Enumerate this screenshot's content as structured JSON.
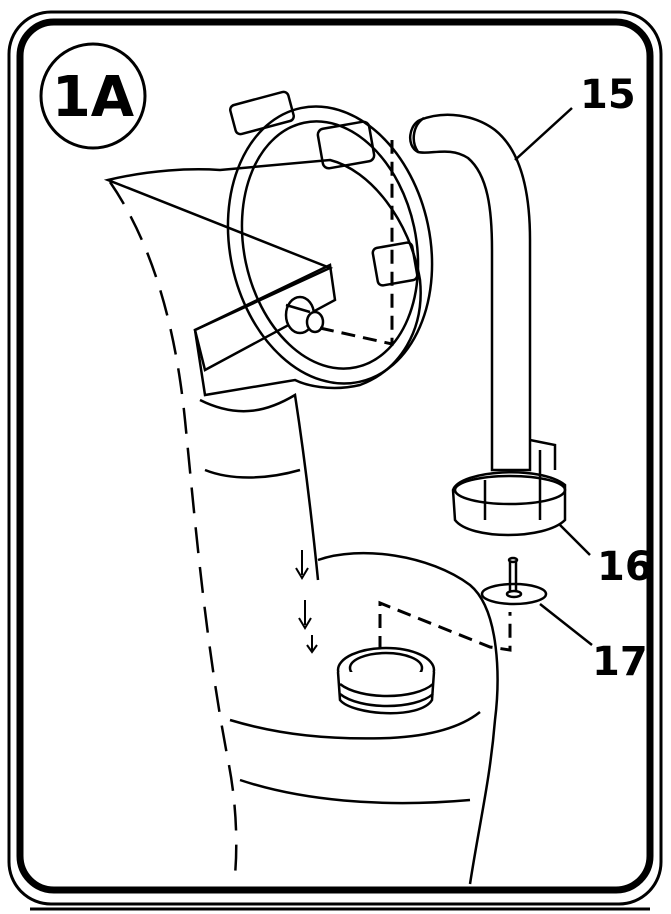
{
  "figure": {
    "step_label": "1A",
    "callouts": [
      {
        "id": "15",
        "text": "15"
      },
      {
        "id": "16",
        "text": "16"
      },
      {
        "id": "17",
        "text": "17"
      }
    ],
    "stroke_color": "#000000",
    "background_color": "#ffffff"
  }
}
